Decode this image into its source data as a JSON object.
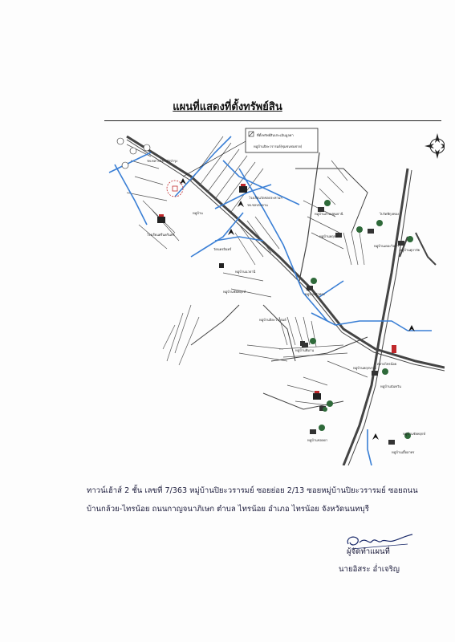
{
  "title": "แผนที่แสดงที่ตั้งทรัพย์สิน",
  "legend": {
    "line1": "ที่ตั้งทรัพย์สินประเมินมูลค่า",
    "line2": "หมู่บ้านปิยะวรารมย์(ชุมชนชนชาย)"
  },
  "map_labels": {
    "l1": "รพ.ทหารส่งกำลังบำรุง",
    "l2": "โรงเรียนวัดชลประทานฯ",
    "l3": "หมู่บ้าน",
    "l4": "รพ.ชลประทาน",
    "l5": "โรงเรียนศรีนครินทร์",
    "l6": "หมู่บ้านสวนปทุมธานี",
    "l7": "หมู่บ้านพฤกษา",
    "l8": "ไปวัดพิกุลทอง",
    "l9": "หมู่บ้านเดอะวิลล่า",
    "l10": "หมู่บ้านศุภาลัย",
    "l11": "วัดนครอินทร์",
    "l12": "หมู่บ้านนวธานี",
    "l13": "หมู่บ้านชัยพฤกษ์",
    "l14": "หมู่บ้านปิยะวรารมย์",
    "l15": "หมู่บ้านบัวทอง",
    "l16": "ตลาดไทรน้อย",
    "l17": "หมู่บ้านนันทวัน",
    "l18": "หมู่บ้านพิมาน",
    "l19": "หมู่บ้านพฤกษา 5",
    "l20": "หมู่บ้านชลลดา",
    "l21": "หมู่บ้านเอื้ออาทร",
    "l22": "หมู่บ้านชัยพฤกษ์"
  },
  "address": {
    "line1": "ทาวน์เฮ้าส์ 2 ชั้น เลขที่ 7/363   หมู่บ้านปิยะวรารมย์  ซอยย่อย 2/13  ซอยหมู่บ้านปิยะวรารมย์ ซอยถนน",
    "line2": "บ้านกล้วย-ไทรน้อย  ถนนกาญจนาภิเษก ตำบล ไทรน้อย อำเภอ ไทรน้อย  จังหวัดนนทบุรี"
  },
  "map_maker": {
    "role": "ผู้จัดทำแผนที่",
    "name": "นายอิสระ อ่ำเจริญ"
  },
  "colors": {
    "water": "#3a7fd5",
    "road": "#444444",
    "tree": "#2f6a3a",
    "marker": "#c0282b"
  },
  "icons": [
    "north-arrow-icon",
    "school-icon",
    "house-icon",
    "tree-icon",
    "intersection-icon"
  ]
}
